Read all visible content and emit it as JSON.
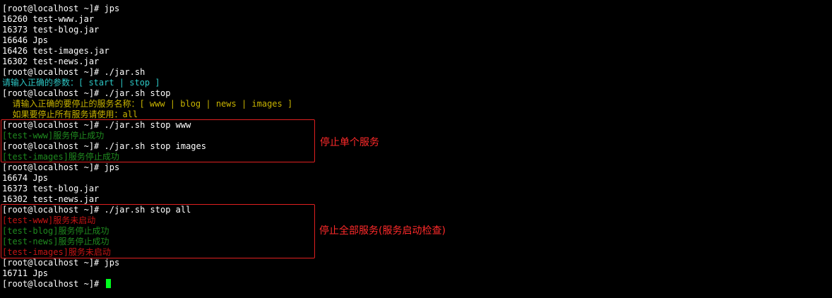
{
  "colors": {
    "background": "#000000",
    "prompt_text": "#ffffff",
    "usage_hint": "#2cc6c4",
    "stop_hint": "#c8b400",
    "success": "#1f8a1f",
    "error": "#c41414",
    "annotation": "#ff2a2a",
    "cursor": "#00ff1e"
  },
  "terminal": {
    "lines": [
      {
        "text": "[root@localhost ~]# jps",
        "color": "white"
      },
      {
        "text": "16260 test-www.jar",
        "color": "white"
      },
      {
        "text": "16373 test-blog.jar",
        "color": "white"
      },
      {
        "text": "16646 Jps",
        "color": "white"
      },
      {
        "text": "16426 test-images.jar",
        "color": "white"
      },
      {
        "text": "16302 test-news.jar",
        "color": "white"
      },
      {
        "text": "[root@localhost ~]# ./jar.sh",
        "color": "white"
      },
      {
        "text": "请输入正确的参数：[ start | stop ]",
        "color": "cyan"
      },
      {
        "text": "[root@localhost ~]# ./jar.sh stop",
        "color": "white"
      },
      {
        "text": "  请输入正确的要停止的服务名称：[ www | blog | news | images ]",
        "color": "yellow"
      },
      {
        "text": "  如果要停止所有服务请使用：all",
        "color": "yellow"
      },
      {
        "text": "[root@localhost ~]# ./jar.sh stop www",
        "color": "white"
      },
      {
        "text": "[test-www]服务停止成功",
        "color": "green"
      },
      {
        "text": "[root@localhost ~]# ./jar.sh stop images",
        "color": "white"
      },
      {
        "text": "[test-images]服务停止成功",
        "color": "green"
      },
      {
        "text": "[root@localhost ~]# jps",
        "color": "white"
      },
      {
        "text": "16674 Jps",
        "color": "white"
      },
      {
        "text": "16373 test-blog.jar",
        "color": "white"
      },
      {
        "text": "16302 test-news.jar",
        "color": "white"
      },
      {
        "text": "[root@localhost ~]# ./jar.sh stop all",
        "color": "white"
      },
      {
        "text": "[test-www]服务未启动",
        "color": "red"
      },
      {
        "text": "[test-blog]服务停止成功",
        "color": "green"
      },
      {
        "text": "[test-news]服务停止成功",
        "color": "green"
      },
      {
        "text": "[test-images]服务未启动",
        "color": "red"
      },
      {
        "text": "[root@localhost ~]# jps",
        "color": "white"
      },
      {
        "text": "16711 Jps",
        "color": "white"
      },
      {
        "text": "[root@localhost ~]# ",
        "color": "white",
        "cursor": true
      }
    ]
  },
  "annotations": {
    "single_stop": "停止单个服务",
    "all_stop": "停止全部服务(服务启动检查)"
  }
}
